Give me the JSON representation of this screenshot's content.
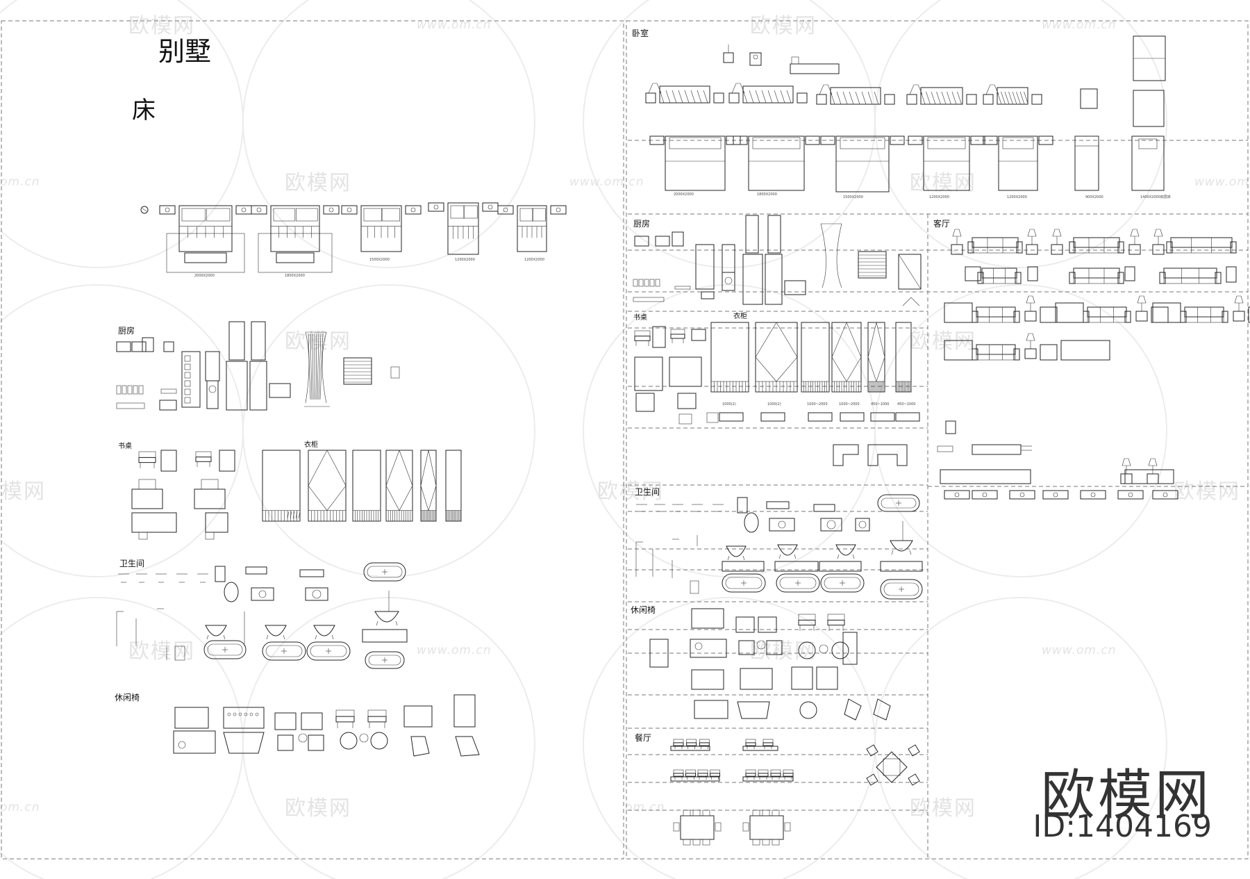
{
  "watermark": {
    "brand": "欧模网",
    "url": "www.om.cn",
    "url_short": "om.cn"
  },
  "brand": {
    "name": "欧模网",
    "id": "ID:1404169"
  },
  "left_sheet": {
    "title": "别墅",
    "sections": {
      "bed": "床",
      "kitchen": "厨房",
      "study": "书桌",
      "wardrobe": "衣柜",
      "bathroom": "卫生间",
      "leisure": "休闲椅"
    }
  },
  "right_sheet": {
    "sections": {
      "bedroom": "卧室",
      "kitchen": "厨房",
      "living": "客厅",
      "study": "书桌",
      "wardrobe": "衣柜",
      "bathroom": "卫生间",
      "leisure": "休闲椅",
      "dining": "餐厅"
    }
  },
  "dimension_labels": {
    "bed_sizes_left": [
      "2000X2000",
      "1800X2000",
      "1500X2000",
      "1200X2000",
      "1200X2000"
    ],
    "bed_sizes_right": [
      "2000X2000",
      "1800X2000",
      "1500X2000",
      "1200X2000",
      "1200X2000",
      "900X2000",
      "1400X2000双层床"
    ],
    "wardrobe_sizes": [
      "1000(2)",
      "1000(2)",
      "1000~2000",
      "1000~2000",
      "450~1000",
      "450~1000"
    ]
  }
}
